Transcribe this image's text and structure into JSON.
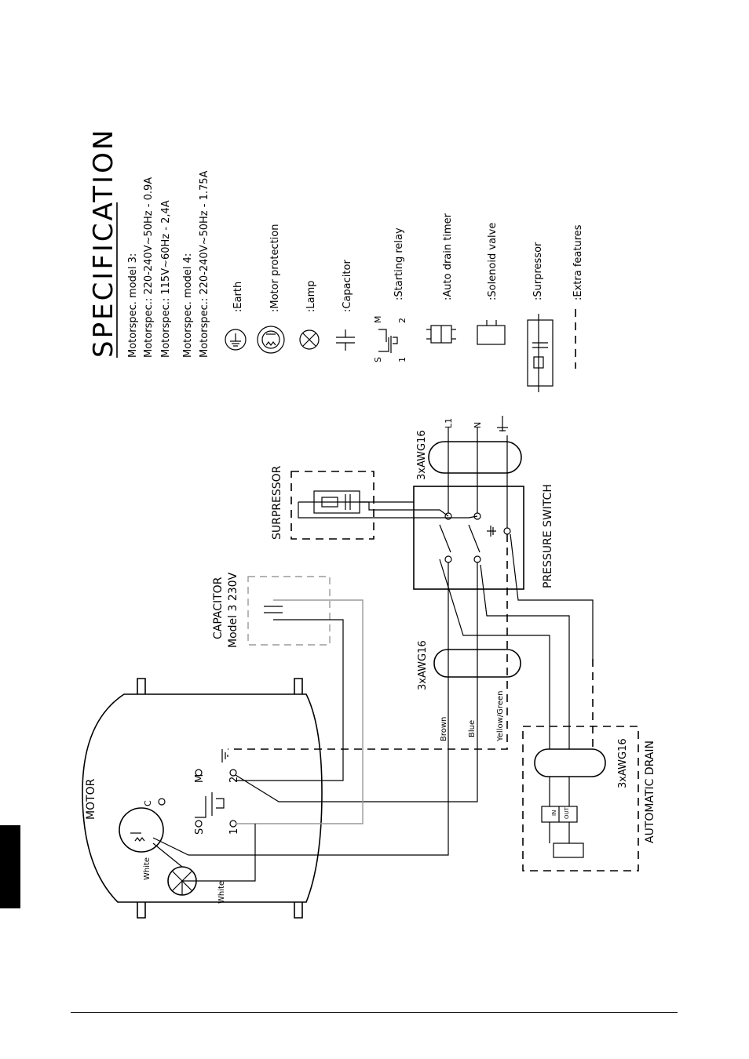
{
  "specification": {
    "title": "SPECIFICATION",
    "motor_lines": [
      "Motorspec. model 3:",
      "Motorspec.: 220-240V~50Hz  -  0.9A",
      "Motorspec.: 115V~60Hz  -  2,4A",
      "Motorspec. model 4:",
      "Motorspec.: 220-240V~50Hz  -  1.75A"
    ],
    "legend": [
      {
        "icon": "earth-icon",
        "label": ":Earth"
      },
      {
        "icon": "motor-protection-icon",
        "label": ":Motor  protection"
      },
      {
        "icon": "lamp-icon",
        "label": ":Lamp"
      },
      {
        "icon": "capacitor-icon",
        "label": ":Capacitor"
      },
      {
        "icon": "starting-relay-icon",
        "label": ":Starting   relay"
      },
      {
        "icon": "auto-drain-timer-icon",
        "label": ":Auto drain timer"
      },
      {
        "icon": "solenoid-valve-icon",
        "label": ":Solenoid  valve"
      },
      {
        "icon": "surpressor-icon",
        "label": ":Surpressor"
      },
      {
        "icon": "extra-features-icon",
        "label": ":Extra  features"
      }
    ]
  },
  "diagram": {
    "motor_label": "MOTOR",
    "capacitor_label": "CAPACITOR",
    "capacitor_model": "Model 3  230V",
    "surpressor_label": "SURPRESSOR",
    "pressure_switch_label": "PRESSURE  SWITCH",
    "automatic_drain_label": "AUTOMATIC  DRAIN",
    "cable_label": "3xAWG16",
    "supply_l1": "L1",
    "supply_n": "N",
    "wire_brown": "Brown",
    "wire_blue": "Blue",
    "wire_yellow_green": "Yellow/Green",
    "wire_white": "White",
    "relay_s": "S",
    "relay_m": "M",
    "relay_1": "1",
    "relay_2": "2",
    "motor_c": "C",
    "timer_in": "IN",
    "timer_out": "OUT"
  }
}
